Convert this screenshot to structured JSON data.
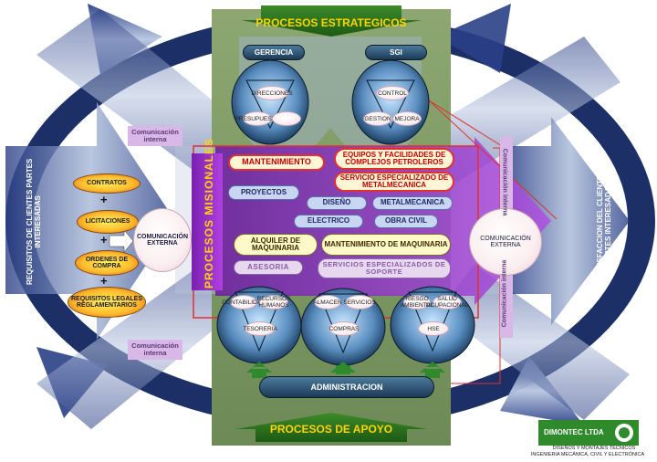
{
  "header": {
    "top_title": "PROCESOS ESTRATEGICOS",
    "bottom_title": "PROCESOS DE APOYO"
  },
  "strategic": {
    "gerencia": "GERENCIA",
    "sgi": "SGI",
    "gerencia_items": [
      "DIRECCIONES",
      "PRESUPUESTO",
      ""
    ],
    "sgi_items": [
      "CONTROL",
      "GESTION",
      "MEJORA"
    ]
  },
  "missional": {
    "vertical_label": "PROCESOS MISIONALES",
    "mantenimiento": "MANTENIMIENTO",
    "equipos": "EQUIPOS Y FACILIDADES DE COMPLEJOS PETROLEROS",
    "servicio": "SERVICIO ESPECIALIZADO DE METALMECANICA",
    "proyectos": "PROYECTOS",
    "diseno": "DISEÑO",
    "metalmecanica": "METALMECANICA",
    "electrico": "ELECTRICO",
    "obra_civil": "OBRA CIVIL",
    "alquiler": "ALQUILER DE MAQUINARIA",
    "mant_maquinaria": "MANTENIMIENTO DE MAQUINARIA",
    "asesoria": "ASESORIA",
    "servicios_soporte": "SERVICIOS ESPECIALIZADOS DE SOPORTE"
  },
  "support": {
    "administracion": "ADMINISTRACION",
    "group1": [
      "CONTABILIDAD",
      "RECURSOS HUMANOS",
      "TESORERIA"
    ],
    "group2": [
      "ALMACEN",
      "SERVICIOS",
      "COMPRAS"
    ],
    "group3": [
      "RIESGO AMBIENTAL",
      "SALUD OCUPACIONAL",
      "HSE"
    ]
  },
  "left": {
    "side_label": "REQUISITOS DE CLIENTES PARTES INTERESADAS",
    "items": [
      "CONTRATOS",
      "LICITACIONES",
      "ORDENES DE COMPRA",
      "REQUISITOS LEGALES REGLAMENTARIOS"
    ],
    "plus": "+",
    "comm_external": "COMUNICACIÓN EXTERNA",
    "comm_internal_top": "Comunicación interna",
    "comm_internal_bottom": "Comunicación interna"
  },
  "right": {
    "side_label": "SATISFACCION DEL CLIENTE Y PARTES INTERESADAS",
    "comm_external": "COMUNICACIÓN EXTERNA",
    "comm_internal_top": "Comunicación interna",
    "comm_internal_bottom": "Comunicación interna"
  },
  "logo": {
    "name": "DIMONTEC LTDA",
    "line1": "DISEÑOS Y MONTAJES TÉCNICOS",
    "line2": "INGENIERIA MECÁNICA, CIVIL Y ELECTRÓNICA"
  },
  "colors": {
    "green_panel": "#7f9a62",
    "navy": "#1c2f66",
    "yellow_title": "#ffd400",
    "red_border": "#e03030",
    "purple_band": "#8a2ec0"
  }
}
